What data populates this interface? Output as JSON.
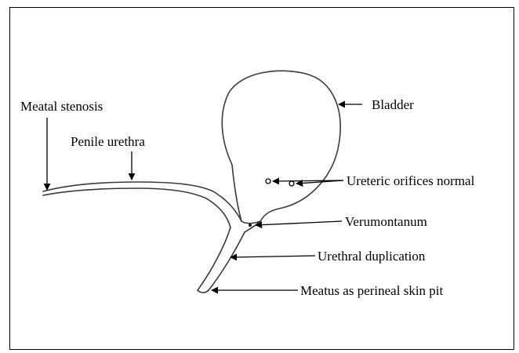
{
  "labels": {
    "meatal_stenosis": "Meatal stenosis",
    "penile_urethra": "Penile urethra",
    "bladder": "Bladder",
    "ureteric_orifices": "Ureteric orifices normal",
    "verumontanum": "Verumontanum",
    "urethral_duplication": "Urethral duplication",
    "meatus_perineal": "Meatus as perineal skin pit"
  }
}
